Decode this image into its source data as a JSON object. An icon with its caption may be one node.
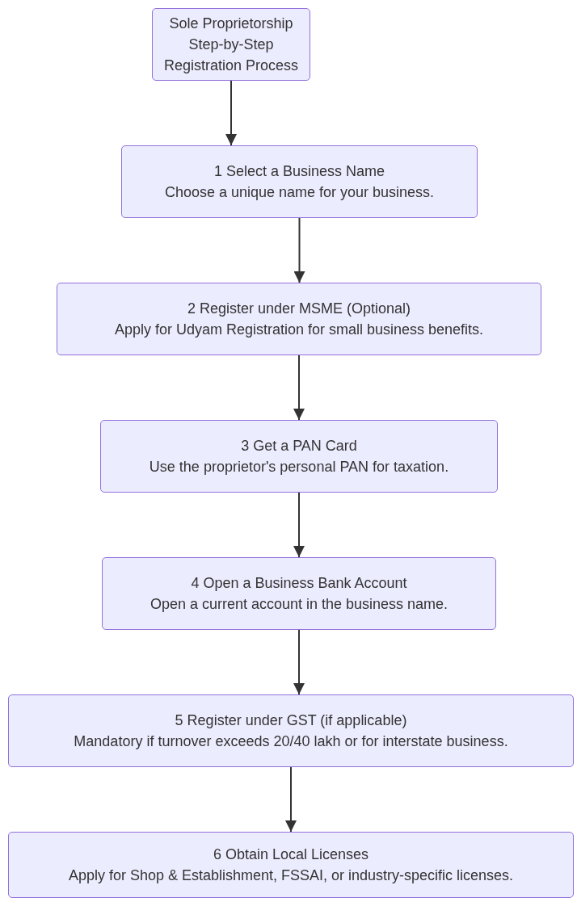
{
  "diagram": {
    "nodes": [
      {
        "text": [
          "Sole Proprietorship",
          "Step-by-Step Registration Process"
        ]
      },
      {
        "text": [
          "1 Select a Business Name",
          "Choose a unique name for your business."
        ]
      },
      {
        "text": [
          "2 Register under MSME (Optional)",
          "Apply for Udyam Registration for small business benefits."
        ]
      },
      {
        "text": [
          "3 Get a PAN Card",
          "Use the proprietor's personal PAN for taxation."
        ]
      },
      {
        "text": [
          "4 Open a Business Bank Account",
          "Open a current account in the business name."
        ]
      },
      {
        "text": [
          "5 Register under GST (if applicable)",
          "Mandatory if turnover exceeds 20/40 lakh or for interstate business."
        ]
      },
      {
        "text": [
          "6 Obtain Local Licenses",
          "Apply for Shop & Establishment, FSSAI, or industry-specific licenses."
        ]
      }
    ],
    "edges": [
      {
        "from": 0,
        "to": 1,
        "arrow": "to"
      },
      {
        "from": 1,
        "to": 2,
        "arrow": "to"
      },
      {
        "from": 2,
        "to": 3,
        "arrow": "to"
      },
      {
        "from": 3,
        "to": 4,
        "arrow": "to"
      },
      {
        "from": 4,
        "to": 5,
        "arrow": "to"
      },
      {
        "from": 5,
        "to": 6,
        "arrow": "to"
      }
    ]
  }
}
